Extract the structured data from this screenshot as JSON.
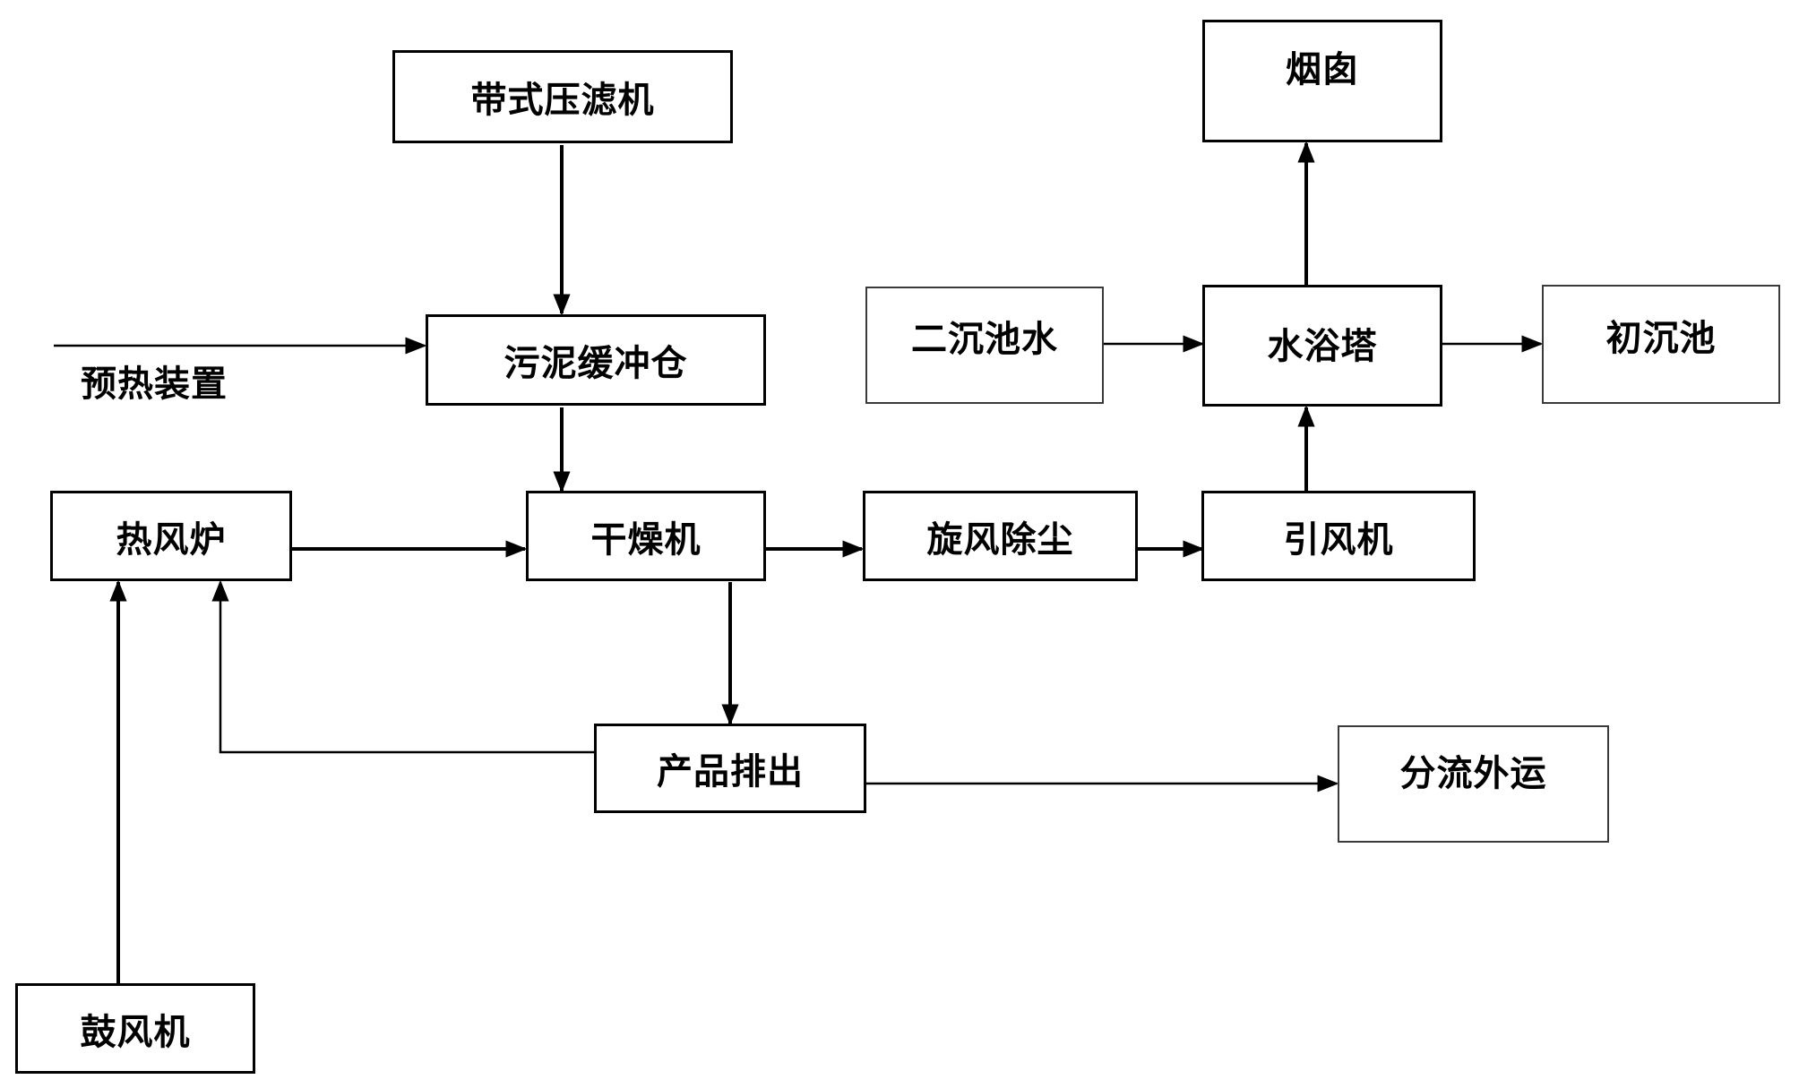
{
  "nodes": {
    "belt_filter_press": "带式压滤机",
    "sludge_buffer_bin": "污泥缓冲仓",
    "hot_air_furnace": "热风炉",
    "dryer": "干燥机",
    "cyclone_dust_removal": "旋风除尘",
    "induced_draft_fan": "引风机",
    "water_bath_tower": "水浴塔",
    "chimney": "烟囱",
    "secondary_clarifier_water": "二沉池水",
    "primary_clarifier": "初沉池",
    "product_discharge": "产品排出",
    "split_transport": "分流外运",
    "blower": "鼓风机"
  },
  "labels": {
    "preheating_device": "预热装置"
  },
  "colors": {
    "line": "#000000",
    "thin_box_border": "#3a3a3a",
    "background": "#ffffff"
  }
}
